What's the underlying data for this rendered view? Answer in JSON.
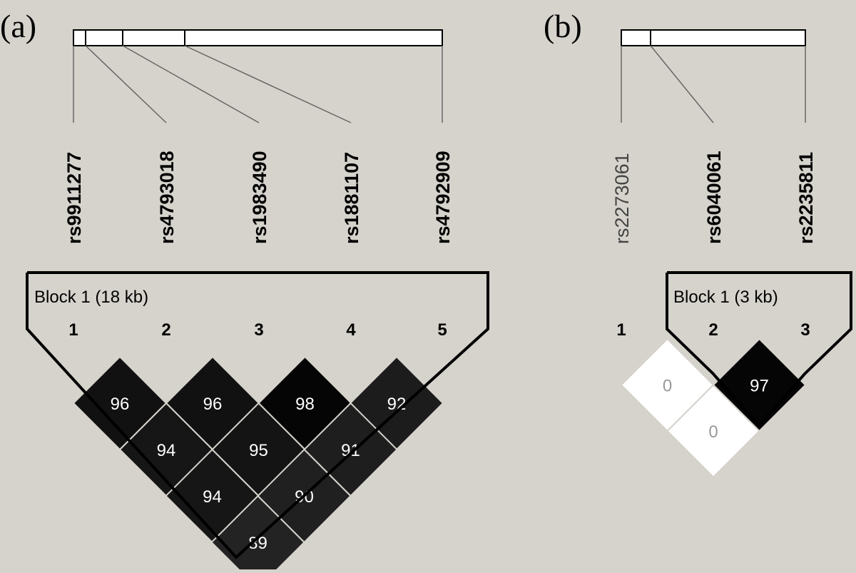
{
  "panels": [
    {
      "id": "a",
      "label": "(a)",
      "snps": [
        {
          "name": "rs9911277",
          "bold": true
        },
        {
          "name": "rs4793018",
          "bold": true
        },
        {
          "name": "rs1983490",
          "bold": true
        },
        {
          "name": "rs1881107",
          "bold": true
        },
        {
          "name": "rs4792909",
          "bold": true
        }
      ],
      "indices": [
        "1",
        "2",
        "3",
        "4",
        "5"
      ],
      "block": {
        "label": "Block 1 (18 kb)",
        "start": 1,
        "end": 5
      },
      "ld_cells": [
        {
          "i": 1,
          "j": 2,
          "value": "96",
          "color": "#111111",
          "text_color": "#ffffff"
        },
        {
          "i": 2,
          "j": 3,
          "value": "96",
          "color": "#111111",
          "text_color": "#ffffff"
        },
        {
          "i": 3,
          "j": 4,
          "value": "98",
          "color": "#050505",
          "text_color": "#ffffff"
        },
        {
          "i": 4,
          "j": 5,
          "value": "92",
          "color": "#1c1c1c",
          "text_color": "#ffffff"
        },
        {
          "i": 1,
          "j": 3,
          "value": "94",
          "color": "#161616",
          "text_color": "#ffffff"
        },
        {
          "i": 2,
          "j": 4,
          "value": "95",
          "color": "#141414",
          "text_color": "#ffffff"
        },
        {
          "i": 3,
          "j": 5,
          "value": "91",
          "color": "#1e1e1e",
          "text_color": "#ffffff"
        },
        {
          "i": 1,
          "j": 4,
          "value": "94",
          "color": "#161616",
          "text_color": "#ffffff"
        },
        {
          "i": 2,
          "j": 5,
          "value": "90",
          "color": "#202020",
          "text_color": "#ffffff"
        },
        {
          "i": 1,
          "j": 5,
          "value": "89",
          "color": "#232323",
          "text_color": "#ffffff"
        }
      ]
    },
    {
      "id": "b",
      "label": "(b)",
      "snps": [
        {
          "name": "rs2273061",
          "bold": false
        },
        {
          "name": "rs6040061",
          "bold": true
        },
        {
          "name": "rs2235811",
          "bold": true
        }
      ],
      "indices": [
        "1",
        "2",
        "3"
      ],
      "block": {
        "label": "Block 1 (3 kb)",
        "start": 2,
        "end": 3
      },
      "ld_cells": [
        {
          "i": 1,
          "j": 2,
          "value": "0",
          "color": "#ffffff",
          "text_color": "#999999"
        },
        {
          "i": 2,
          "j": 3,
          "value": "97",
          "color": "#050505",
          "text_color": "#ffffff"
        },
        {
          "i": 1,
          "j": 3,
          "value": "0",
          "color": "#ffffff",
          "text_color": "#999999"
        }
      ]
    }
  ]
}
